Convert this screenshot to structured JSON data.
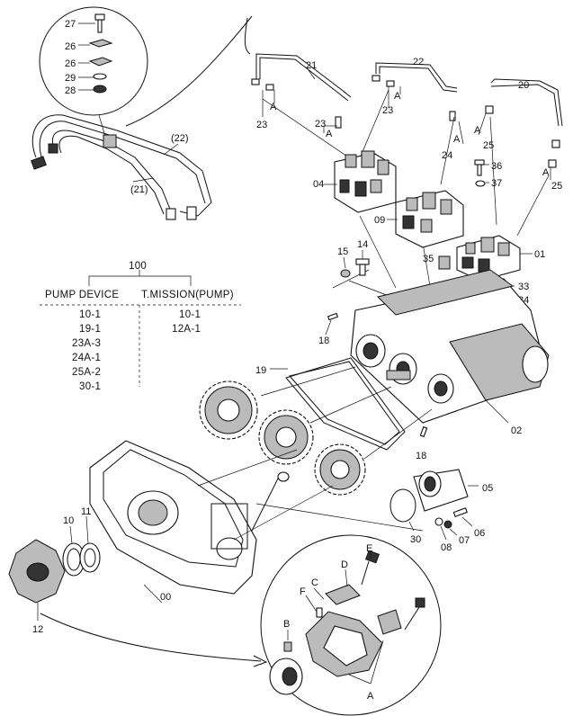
{
  "callouts": {
    "c27": "27",
    "c26a": "26",
    "c26b": "26",
    "c29": "29",
    "c28": "28",
    "c21_harness": "(21)",
    "c22_harness": "(22)",
    "c21": "21",
    "c22": "22",
    "c20": "20",
    "c23a": "23",
    "c23b": "23",
    "c23c": "23",
    "cA1": "A",
    "cA2": "A",
    "cA3": "A",
    "cA4": "A",
    "cA5": "A",
    "cA6": "A",
    "c24": "24",
    "c25a": "25",
    "c25b": "25",
    "c04": "04",
    "c09": "09",
    "c01": "01",
    "c36": "36",
    "c37": "37",
    "c14": "14",
    "c15": "15",
    "c35": "35",
    "c33": "33",
    "c34": "34",
    "c18a": "18",
    "c18b": "18",
    "c19": "19",
    "c02": "02",
    "c05": "05",
    "c06": "06",
    "c07": "07",
    "c08": "08",
    "c30": "30",
    "c10": "10",
    "c11": "11",
    "c00": "00",
    "c12": "12",
    "cB": "B",
    "cC": "C",
    "cD": "D",
    "cE": "E",
    "cF": "F",
    "cA_detail": "A"
  },
  "table": {
    "ref": "100",
    "col1_header": "PUMP DEVICE",
    "col2_header": "T.MISSION(PUMP)",
    "col1_rows": [
      "10-1",
      "19-1",
      "23A-3",
      "24A-1",
      "25A-2",
      "30-1"
    ],
    "col2_rows": [
      "10-1",
      "12A-1"
    ]
  }
}
